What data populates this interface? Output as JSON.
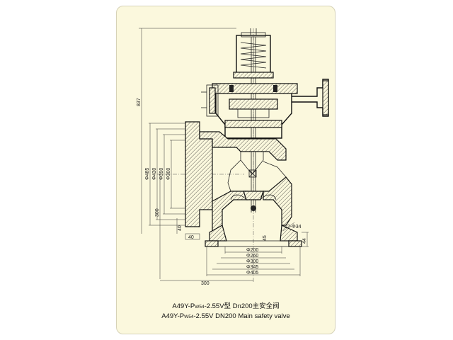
{
  "drawing": {
    "dims": {
      "height_total": "837",
      "height_inlet": "300",
      "d485": "Φ485",
      "d430": "Φ430",
      "d390": "Φ390",
      "d300v": "Φ300",
      "w40": "40",
      "w40b": "40",
      "bolt": "12-Φ34",
      "t44": "44",
      "h45": "45",
      "d200": "Φ200",
      "d260": "Φ260",
      "d300": "Φ300",
      "d345": "Φ345",
      "d405": "Φ405",
      "w300": "300"
    }
  },
  "caption": {
    "line1_pre": "A49Y-P",
    "line1_sub": "W54",
    "line1_post": "-2.55V型   Dn200主安全阀",
    "line2_pre": "A49Y-P",
    "line2_sub": "W54",
    "line2_post": "-2.55V   DN200  Main safety valve"
  }
}
